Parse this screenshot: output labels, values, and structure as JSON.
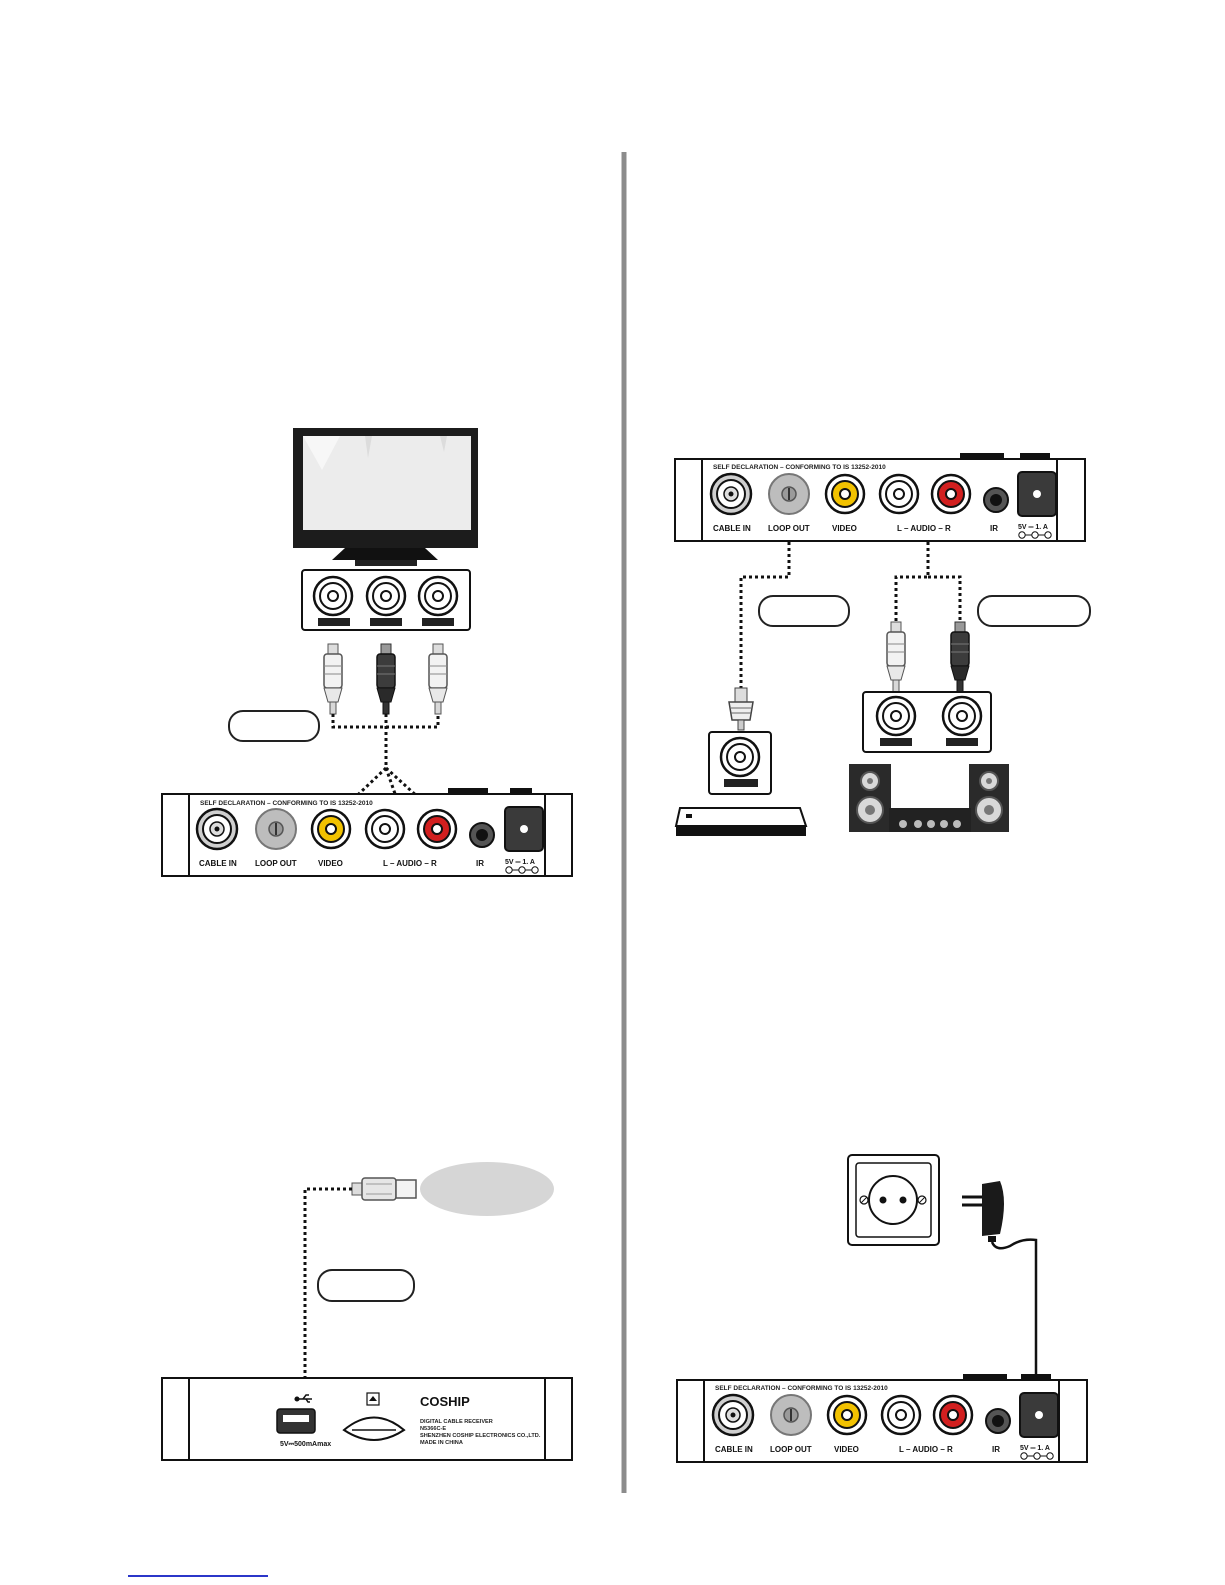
{
  "labels": {
    "self_declaration": "SELF DECLARATION – CONFORMING TO IS 13252-2010",
    "cable_in": "CABLE IN",
    "loop_out": "LOOP OUT",
    "video": "VIDEO",
    "audio": "L  –  AUDIO  –  R",
    "ir": "IR",
    "power": "5V ═ 1.  A",
    "usb_rating": "5V⎓500mAmax",
    "brand": "COSHIP",
    "product_lines": [
      "DIGITAL CABLE RECEIVER",
      "N5366C-E",
      "SHENZHEN COSHIP ELECTRONICS CO.,LTD.",
      "MADE IN CHINA"
    ]
  },
  "icons": {
    "tv": "television-icon",
    "usb_plug": "usb-plug-icon",
    "usb_symbol": "usb-symbol-icon",
    "speaker": "speaker-system-icon",
    "settop": "set-top-box-icon",
    "outlet": "wall-outlet-icon",
    "adapter": "power-adapter-icon"
  },
  "colors": {
    "video_jack": "#f2c200",
    "audio_r_jack": "#d21f1f",
    "divider": "#8c8c8c",
    "link_underline": "#2b36c9"
  }
}
